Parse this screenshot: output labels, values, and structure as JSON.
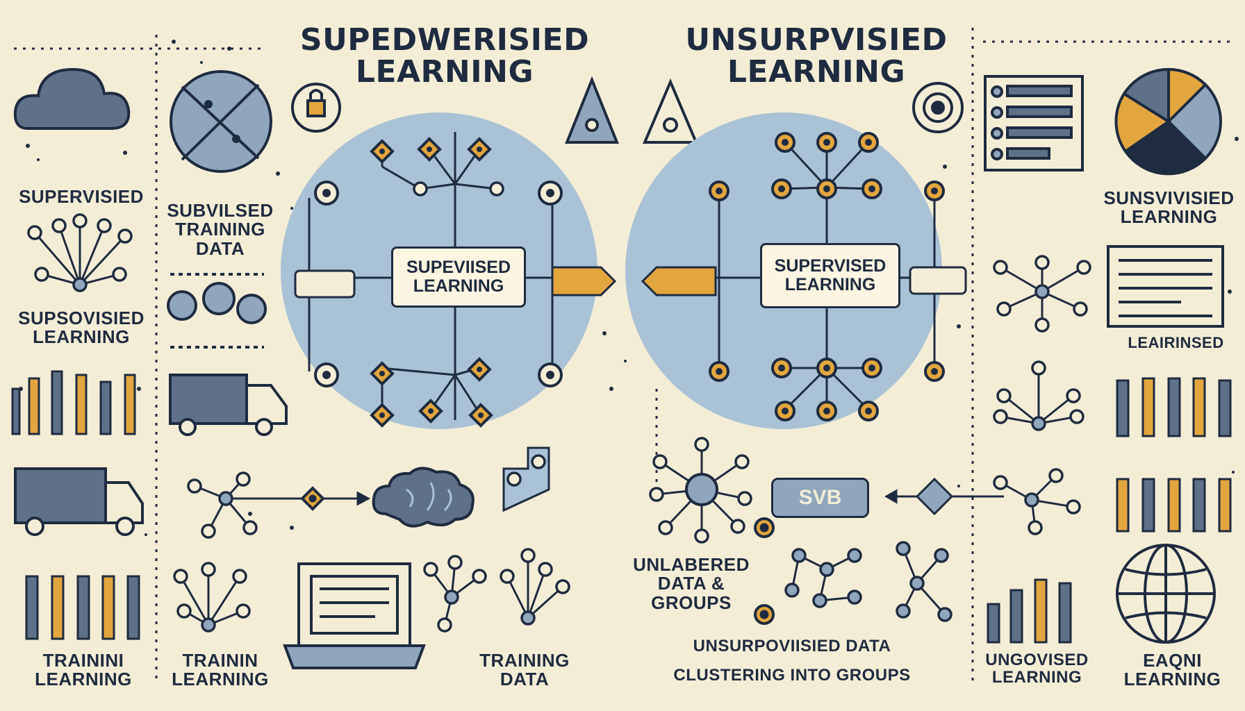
{
  "left_title": "SUPEDWERISIED LEARNING",
  "right_title": "UNSURPVISIED LEARNING",
  "left_circle_box": "SUPEVIISED LEARNING",
  "right_circle_box": "SUPERVISED LEARNING",
  "left_panel": {
    "label_top": "SUPERVISIED",
    "label_mid": "SUPSOVISIED LEARNING",
    "label_bottom": "TRAININI LEARNING"
  },
  "col2": {
    "label_top": "SUBVILSED TRAINING DATA",
    "label_bottom": "TRAININ LEARNING"
  },
  "bottom_center_label": "TRAINING DATA",
  "right_center": {
    "tag": "SVB",
    "unlabeled": "UNLABERED DATA & GROUPS",
    "caption_line1": "UNSURPOVIISIED DATA",
    "caption_line2": "CLUSTERING INTO GROUPS"
  },
  "right_panel": {
    "label_top": "SUNSVIVISIED LEARNING",
    "label_mid": "LEAIRINSED",
    "label_bottom_left": "UNGOVISED LEARNING",
    "label_bottom_right": "EAQNI LEARNING"
  },
  "colors": {
    "background": "#f4edd6",
    "ink": "#1e2b40",
    "circle_fill": "#a9c2d6",
    "accent_orange": "#e3a63e",
    "slate": "#5e7189"
  },
  "icons": [
    "cloud-icon",
    "crossed-circle-icon",
    "truck-icon",
    "bar-chart-icon",
    "brain-icon",
    "laptop-icon",
    "pie-chart-icon",
    "globe-icon",
    "network-graph-icon",
    "warning-triangle-icon",
    "list-checklist-icon"
  ]
}
